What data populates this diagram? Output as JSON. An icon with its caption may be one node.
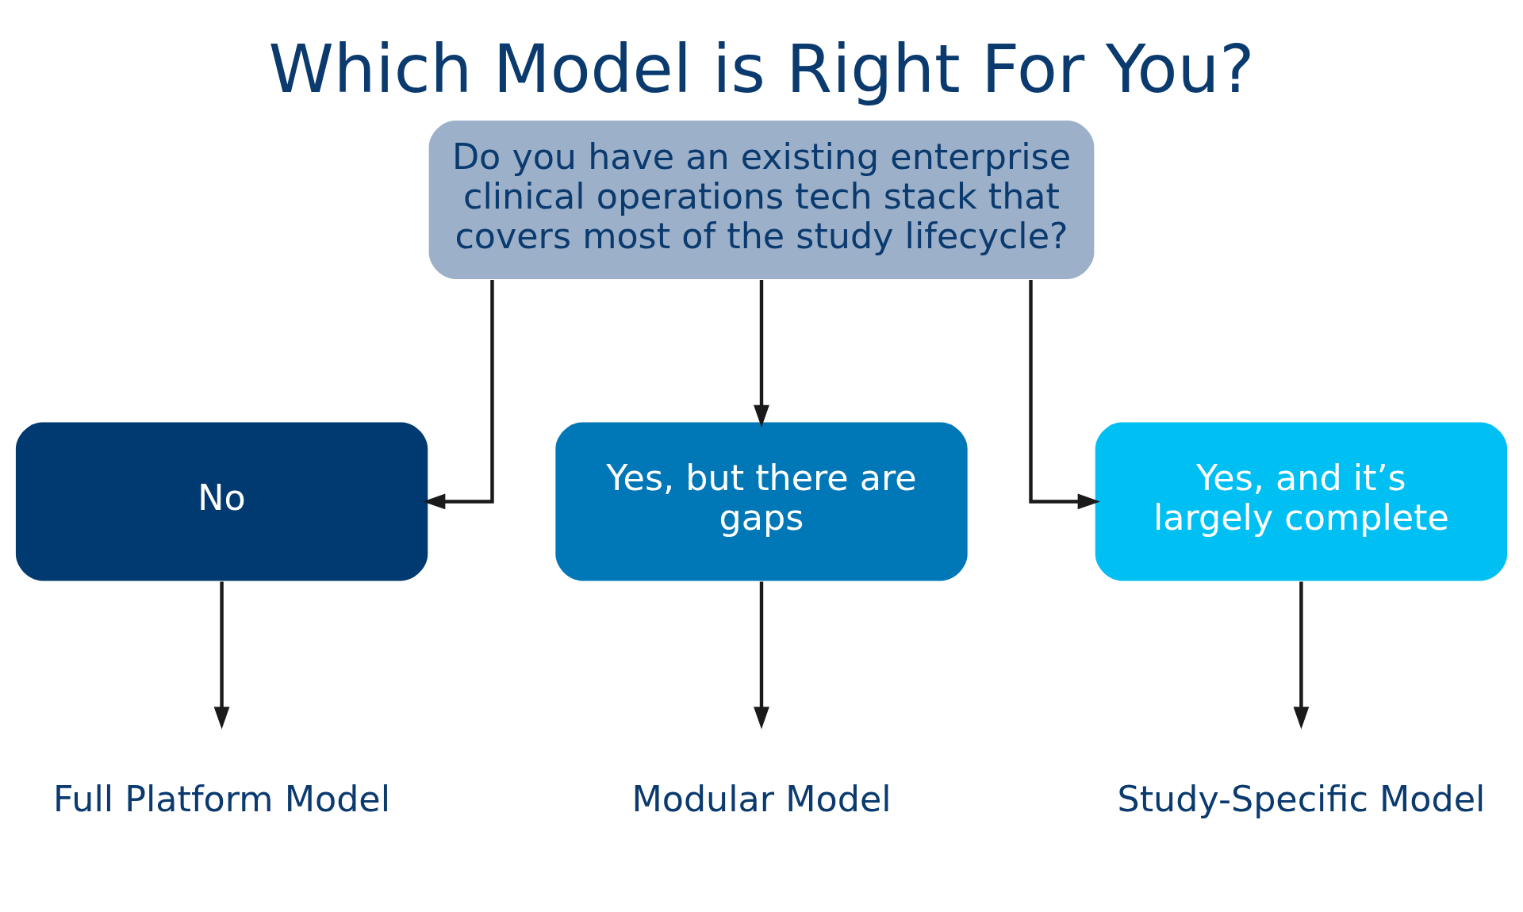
{
  "diagram": {
    "title": "Which Model is Right For You?",
    "nodes": [
      {
        "text": [
          "Do you have an existing enterprise clinical operations tech stack that covers most of the study lifecycle?"
        ]
      },
      {
        "text": [
          "No"
        ]
      },
      {
        "text": [
          "Yes, but there are gaps"
        ]
      },
      {
        "text": [
          "Yes, and it’s largely complete"
        ]
      },
      {
        "text": [
          "Full Platform Model"
        ]
      },
      {
        "text": [
          "Modular Model"
        ]
      },
      {
        "text": [
          "Study-Specific Model"
        ]
      }
    ],
    "edges": [
      {
        "from": 0,
        "to": 1,
        "arrow": "to"
      },
      {
        "from": 0,
        "to": 2,
        "arrow": "to"
      },
      {
        "from": 0,
        "to": 3,
        "arrow": "to"
      },
      {
        "from": 1,
        "to": 4,
        "arrow": "to"
      },
      {
        "from": 2,
        "to": 5,
        "arrow": "to"
      },
      {
        "from": 3,
        "to": 6,
        "arrow": "to"
      }
    ]
  }
}
